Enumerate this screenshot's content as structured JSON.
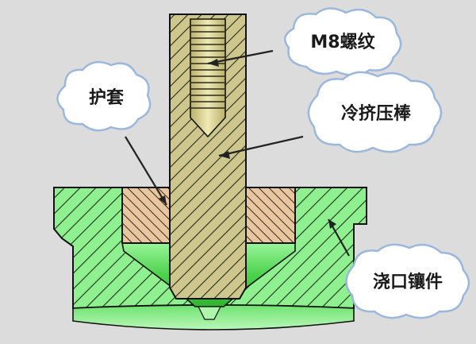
{
  "callouts": {
    "thread": "M8螺纹",
    "sleeve": "护套",
    "rod": "冷挤压棒",
    "insert": "浇口镶件"
  },
  "colors": {
    "background": "#dcdcdc",
    "insert_fill": "#8ff08f",
    "rod_fill": "#cdc78d",
    "sleeve_fill": "#e8c7a0",
    "cavity_fill": "#5fdc5f",
    "hatch": "#222222",
    "bubble_fill": "#ffffff",
    "bubble_stroke": "#9bb8dc"
  },
  "part_names": {
    "insert": "gate-insert",
    "rod": "cold-extrusion-rod",
    "sleeve": "protective-sleeve",
    "thread": "m8-thread"
  }
}
